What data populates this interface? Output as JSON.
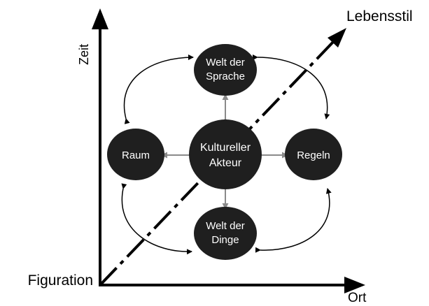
{
  "axes": {
    "y_label": "Zeit",
    "x_label": "Ort",
    "diagonal_label": "Lebensstil",
    "origin_label": "Figuration"
  },
  "nodes": {
    "center": {
      "line1": "Kultureller",
      "line2": "Akteur"
    },
    "top": {
      "line1": "Welt der",
      "line2": "Sprache"
    },
    "bottom": {
      "line1": "Welt der",
      "line2": "Dinge"
    },
    "left": {
      "line1": "Raum"
    },
    "right": {
      "line1": "Regeln"
    }
  },
  "colors": {
    "line": "#000000",
    "node_fill": "#1f1f1f",
    "node_text": "#ffffff",
    "connector": "#8a8a8a"
  }
}
